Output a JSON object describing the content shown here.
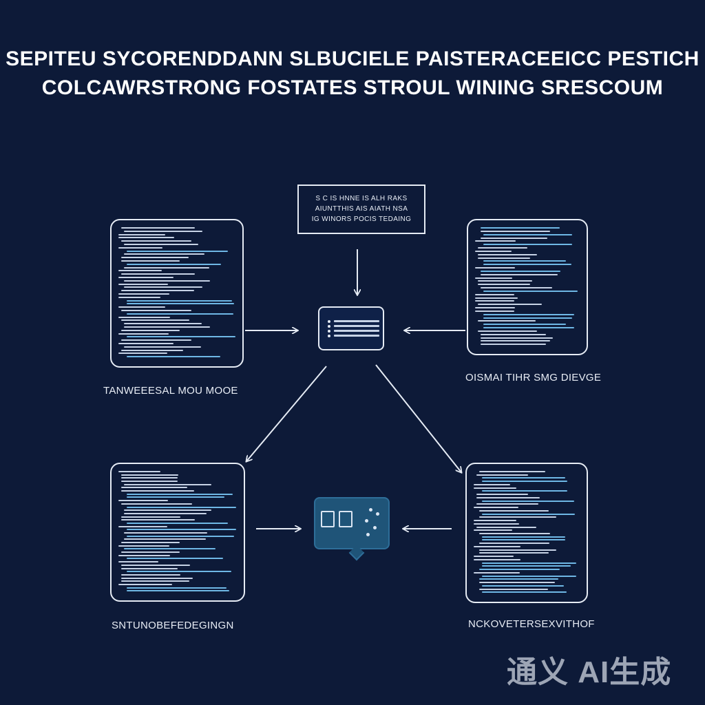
{
  "title_line_1": "SEPITEU SYCORENDDANN SLBUCIELE PAISTERACEEICC PESTICH",
  "title_line_2": "COLCAWRSTRONG FOSTATES STROUL WINING SRESCOUM",
  "top_box": {
    "lines": [
      "S C  IS HNNE IS ALH RAKS",
      "AIUNTTHIS AIS AIATH NSA",
      "IG WINORS POCIS TEDAING"
    ]
  },
  "labels": {
    "top_left": "TANWEEESAL MOU MOOE",
    "top_right": "OISMAI TIHR SMG DIEVGE",
    "bottom_left": "SNTUNOBEFEDEGINGN",
    "bottom_right": "NCKOVETERSEXVITHOF"
  },
  "watermark": "通义 AI生成",
  "colors": {
    "background": "#0d1a38",
    "panel_border": "#e6ecf5",
    "accent": "#6fb8e6",
    "chat_fill": "#1f5478"
  }
}
